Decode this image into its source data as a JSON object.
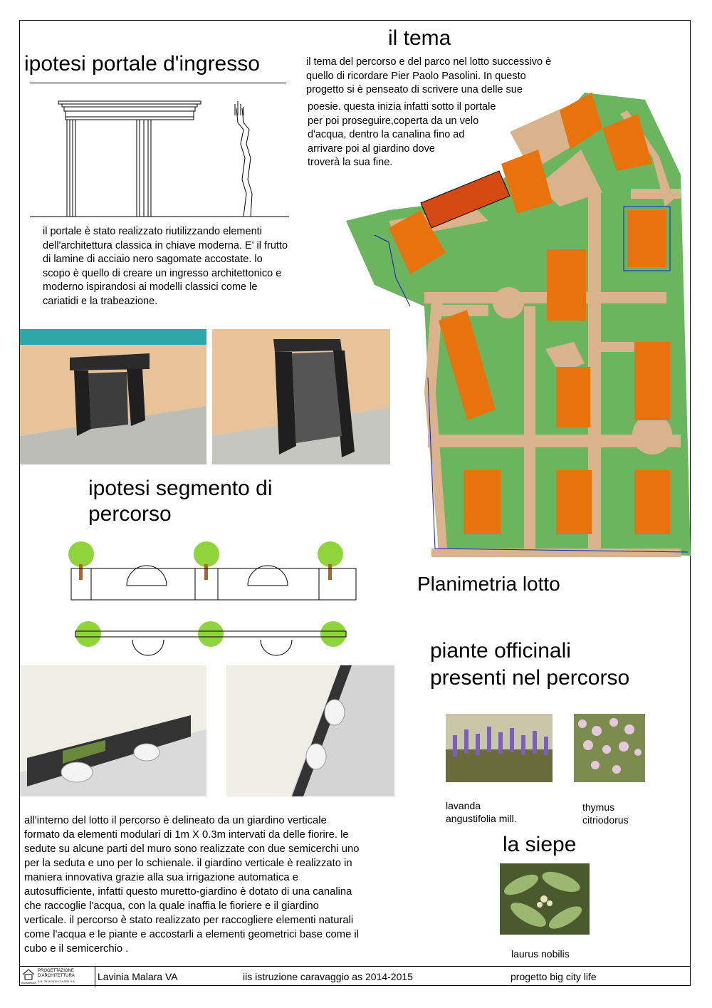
{
  "sections": {
    "portal_title": "ipotesi portale d'ingresso",
    "theme_title": "il tema",
    "segment_title_1": "ipotesi segmento di",
    "segment_title_2": "percorso",
    "plan_title": "Planimetria lotto",
    "herbs_title_1": "piante officinali",
    "herbs_title_2": "presenti nel percorso",
    "hedge_title": "la siepe"
  },
  "theme_text": [
    "il tema del percorso e del parco nel lotto successivo è",
    "quello di ricordare Pier Paolo Pasolini. In questo",
    "progetto si è penseato di scrivere una delle sue",
    "poesie. questa inizia infatti sotto il portale",
    "per poi proseguire,coperta da un velo",
    "d'acqua, dentro la canalina fino ad",
    "arrivare poi al giardino dove",
    "troverà la sua fine."
  ],
  "portal_text": [
    "il portale è stato realizzato riutilizzando elementi",
    "dell'architettura classica in chiave moderna. E' il frutto",
    "di lamine di acciaio nero sagomate accostate. lo",
    "scopo è quello di creare un ingresso architettonico e",
    "moderno ispirandosi ai modelli classici come le",
    "cariatidi e la trabeazione."
  ],
  "path_text": [
    "all'interno del lotto il percorso è delineato da un giardino verticale",
    "formato da elementi modulari di 1m X 0.3m intervati da delle fiorire. le",
    "sedute su alcune parti del muro sono realizzate con due semicerchi uno",
    "per la seduta e uno per lo schienale. il giardino verticale è realizzato in",
    "maniera innovativa grazie alla sua irrigazione automatica e",
    "autosufficiente, infatti questo muretto-giardino è dotato di una canalina",
    "che raccoglie l'acqua, con la quale inaffia le fioriere e il giardino",
    "verticale. il percorso è stato realizzato per raccogliere elementi naturali",
    "come l'acqua e le piante e accostarli a elementi geometrici base come il",
    "cubo e  il semicerchio ."
  ],
  "plants": {
    "lavanda_1": "lavanda",
    "lavanda_2": "angustifolia mill.",
    "thymus_1": "thymus",
    "thymus_2": "citriodorus",
    "laurus": "laurus nobilis"
  },
  "footer": {
    "logo_line1": "PROGETTAZIONE",
    "logo_line2": "D'ARCHITETTURA",
    "logo_line3": "A.S. 2014/2015 CLASSE V A",
    "logo_small": "Architettura",
    "author": "Lavinia Malara VA",
    "school": "iis istruzione caravaggio as 2014-2015",
    "project": "progetto big city life"
  },
  "colors": {
    "green": "#6ab55e",
    "sand": "#d9b38c",
    "orange": "#e8730c",
    "dark_orange": "#d44812",
    "teal": "#2fa6a8",
    "wall": "#e8c39a"
  }
}
